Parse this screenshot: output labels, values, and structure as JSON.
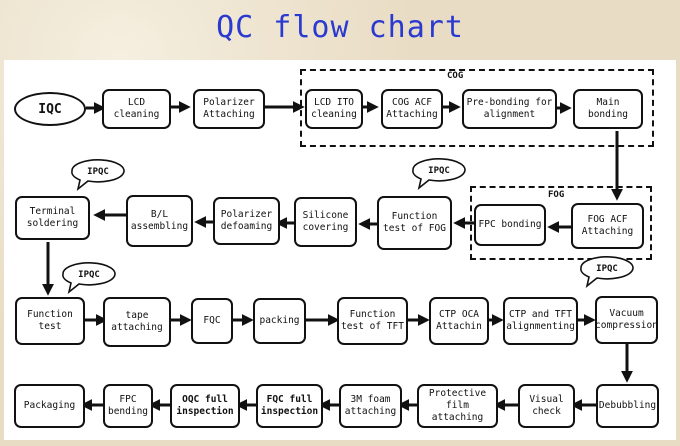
{
  "title": "QC flow chart",
  "groups": {
    "cog": "COG",
    "fog": "FOG"
  },
  "start": "IQC",
  "ipqc_label": "IPQC",
  "row1": [
    "LCD\ncleaning",
    "Polarizer\nAttaching",
    "LCD ITO\ncleaning",
    "COG ACF\nAttaching",
    "Pre-bonding for\nalignment",
    "Main bonding"
  ],
  "row2": [
    "Terminal\nsoldering",
    "B/L\nassembling",
    "Polarizer\ndefoaming",
    "Silicone\ncovering",
    "Function\ntest of FOG",
    "FPC bonding",
    "FOG ACF\nAttaching"
  ],
  "row3": [
    "Function\ntest",
    "tape\nattaching",
    "FQC",
    "packing",
    "Function\ntest of TFT",
    "CTP OCA\nAttachin",
    "CTP and TFT\nalignmenting",
    "Vacuum\ncompression"
  ],
  "row4": [
    "Packaging",
    "FPC\nbending",
    "OQC full\ninspection",
    "FQC full\ninspection",
    "3M foam\nattaching",
    "Protective film\nattaching",
    "Visual\ncheck",
    "Debubbling"
  ]
}
